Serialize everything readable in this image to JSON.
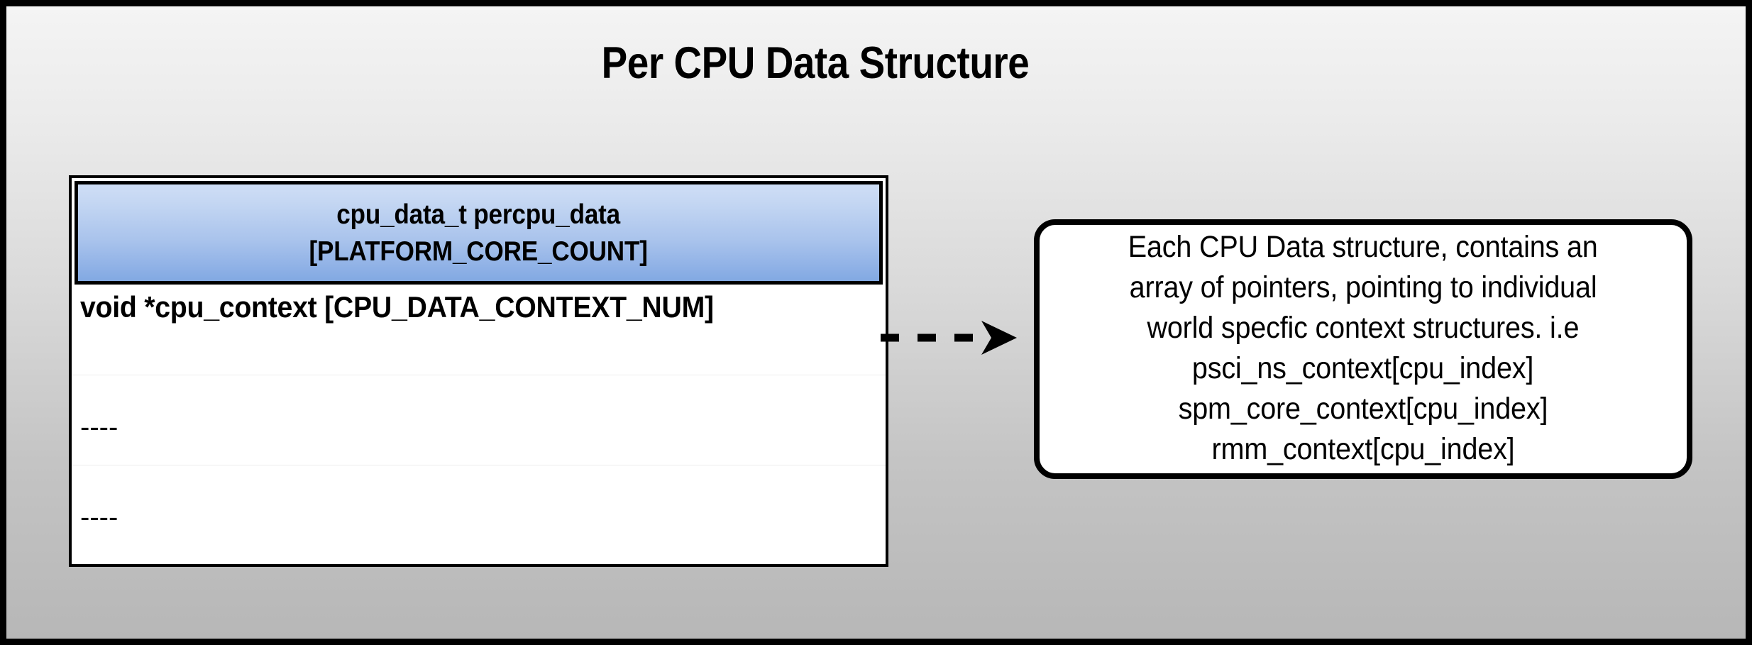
{
  "page": {
    "title": "Per CPU Data Structure",
    "background_top_color": "#f4f4f4",
    "background_bottom_color": "#b7b7b7",
    "border_color": "#000000"
  },
  "struct_table": {
    "header": {
      "line1": "cpu_data_t percpu_data",
      "line2": "[PLATFORM_CORE_COUNT]",
      "gradient_top_color": "#cfdef6",
      "gradient_bottom_color": "#82a9e2"
    },
    "rows": [
      {
        "text": "void *cpu_context [CPU_DATA_CONTEXT_NUM]",
        "style": "bold"
      },
      {
        "text": "----",
        "style": "normal"
      },
      {
        "text": "----",
        "style": "normal"
      }
    ],
    "separator_color": "#ededed"
  },
  "connector": {
    "icon": "dashed-arrow-right-icon",
    "style": "dashed",
    "color": "#000000",
    "dash_count": 3
  },
  "callout": {
    "lines": [
      "Each CPU Data structure, contains an",
      "array of pointers, pointing to individual",
      "world specfic context structures. i.e",
      "psci_ns_context[cpu_index]",
      "spm_core_context[cpu_index]",
      "rmm_context[cpu_index]"
    ],
    "border_color": "#000000",
    "background_color": "#ffffff"
  }
}
